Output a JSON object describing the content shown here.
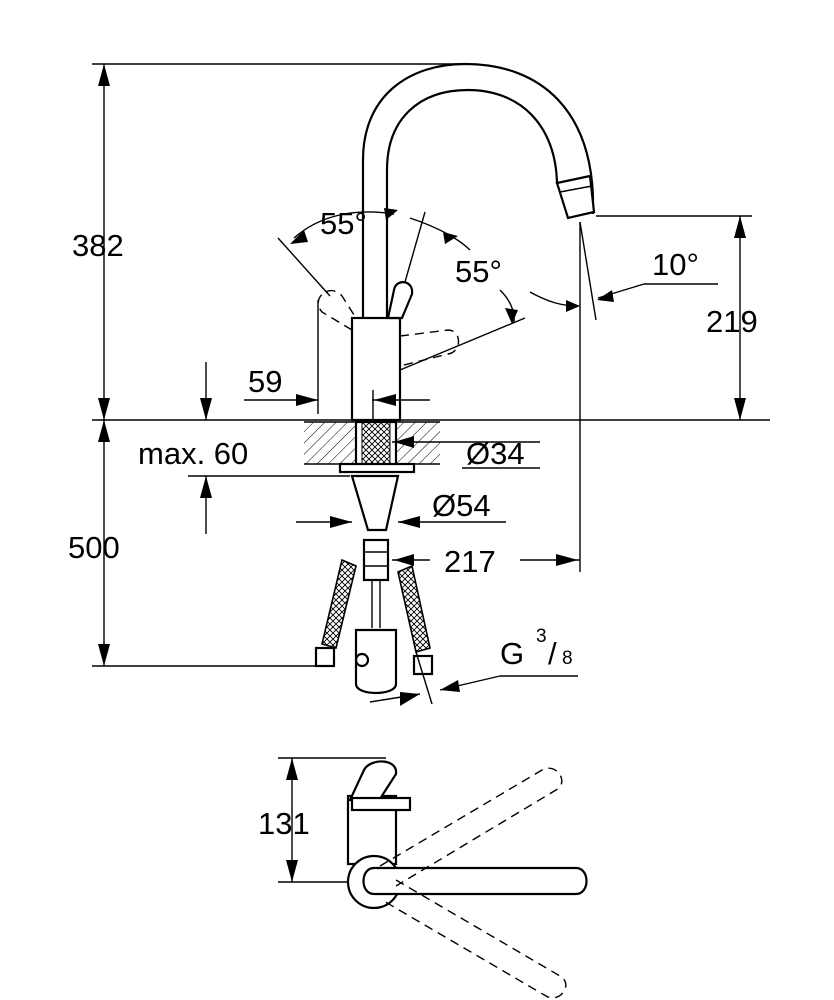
{
  "dimensions": {
    "total_height": "382",
    "spout_height": "219",
    "below_counter": "500",
    "handle_offset": "59",
    "max_thickness": "max. 60",
    "hole_diameter": "Ø34",
    "base_diameter": "Ø54",
    "spout_reach": "217",
    "spout_angle": "10°",
    "handle_angle_left": "55°",
    "handle_angle_right": "55°",
    "thread_prefix": "G",
    "thread_numerator": "3",
    "thread_denominator": "8",
    "top_view_depth": "131"
  }
}
